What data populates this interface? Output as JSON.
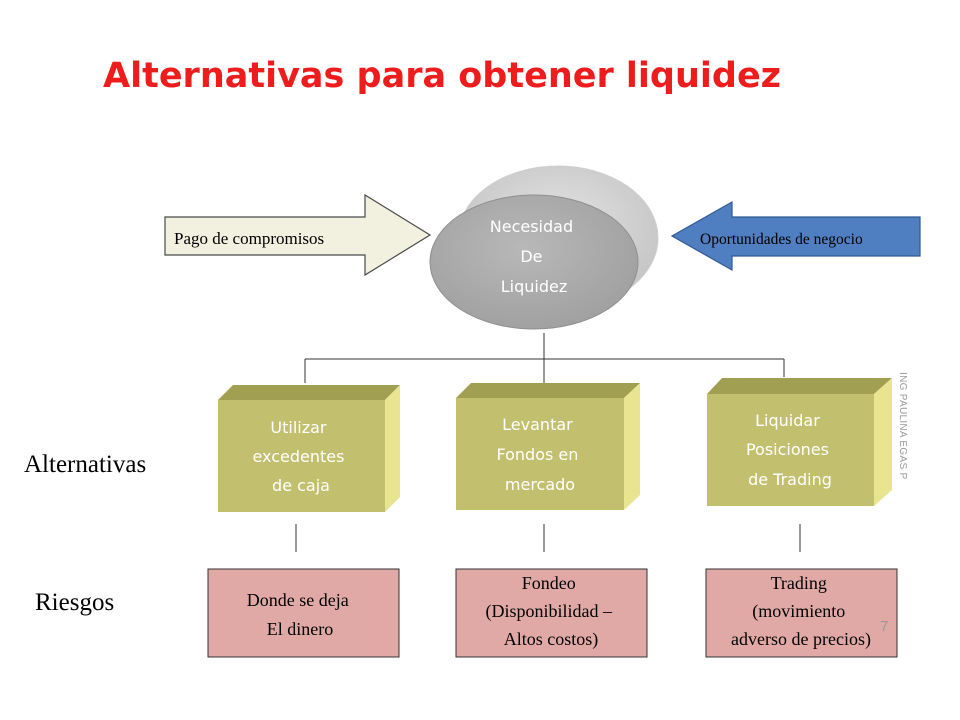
{
  "title": "Alternativas para obtener liquidez",
  "center": {
    "lines": [
      "Necesidad",
      "De",
      "Liquidez"
    ]
  },
  "left_arrow": {
    "label": "Pago de compromisos"
  },
  "right_arrow": {
    "label": "Oportunidades de negocio"
  },
  "row_labels": {
    "alternatives": "Alternativas",
    "risks": "Riesgos"
  },
  "alternatives": [
    {
      "lines": [
        "Utilizar",
        "excedentes",
        "de caja"
      ]
    },
    {
      "lines": [
        "Levantar",
        "Fondos en",
        "mercado"
      ]
    },
    {
      "lines": [
        "Liquidar",
        "Posiciones",
        "de Trading"
      ]
    }
  ],
  "risks": [
    {
      "lines": [
        "Donde se deja",
        "El dinero"
      ]
    },
    {
      "lines": [
        "Fondeo",
        "(Disponibilidad –",
        "Altos costos)"
      ]
    },
    {
      "lines": [
        "Trading",
        "(movimiento",
        "adverso de precios)"
      ]
    }
  ],
  "watermark": "ING PAULINA EGAS P",
  "page_number": "7",
  "colors": {
    "title": "#ee1c1c",
    "box_front": "#c2c06e",
    "box_top": "#a19f52",
    "box_side": "#e8e48f",
    "risk_fill": "#e0a9a5",
    "right_arrow": "#4f7ec1",
    "left_arrow": "#f2f0df"
  }
}
